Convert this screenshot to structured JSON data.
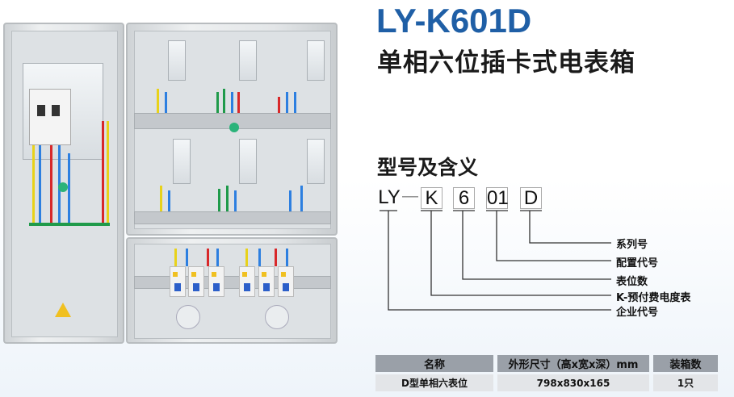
{
  "product": {
    "model": "LY-K601D",
    "name": "单相六位插卡式电表箱"
  },
  "meaning": {
    "heading": "型号及含义",
    "code_parts": [
      "LY",
      "—",
      "K",
      "6",
      "01",
      "D"
    ],
    "labels": [
      "系列号",
      "配置代号",
      "表位数",
      "K-预付费电度表",
      "企业代号"
    ]
  },
  "spec_table": {
    "headers": [
      "名称",
      "外形尺寸（高x宽x深）mm",
      "装箱数"
    ],
    "rows": [
      [
        "D型单相六表位",
        "798x830x165",
        "1只"
      ]
    ]
  },
  "colors": {
    "title": "#1f5fa6",
    "wire_yellow": "#e8d21a",
    "wire_blue": "#2d7fe0",
    "wire_red": "#d8282a",
    "wire_green": "#1f9a4a"
  }
}
